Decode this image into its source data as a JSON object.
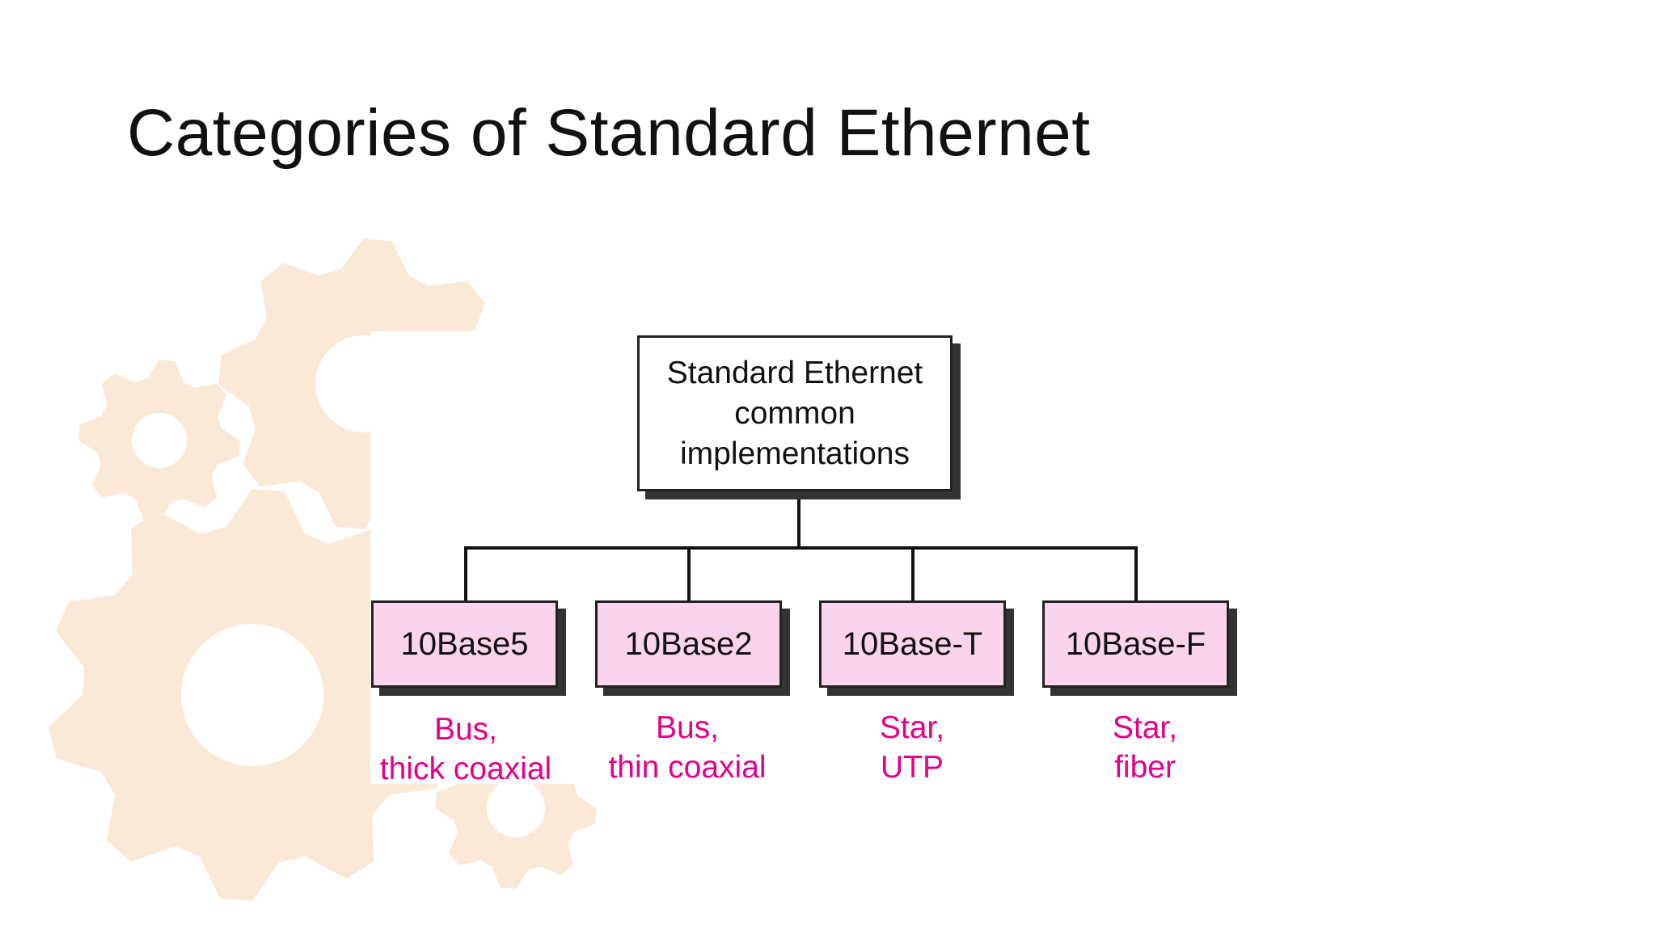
{
  "slide": {
    "title": "Categories of Standard Ethernet",
    "colors": {
      "gear": "#fbe9d7",
      "leaf_fill": "#fad4ec",
      "caption_text": "#e5008a",
      "box_border": "#222222"
    }
  },
  "diagram": {
    "root": {
      "lines": [
        "Standard Ethernet",
        "common",
        "implementations"
      ]
    },
    "children": [
      {
        "label": "10Base5",
        "caption": [
          "Bus,",
          "thick coaxial"
        ]
      },
      {
        "label": "10Base2",
        "caption": [
          "Bus,",
          "thin coaxial"
        ]
      },
      {
        "label": "10Base-T",
        "caption": [
          "Star,",
          "UTP"
        ]
      },
      {
        "label": "10Base-F",
        "caption": [
          "Star,",
          "fiber"
        ]
      }
    ]
  }
}
